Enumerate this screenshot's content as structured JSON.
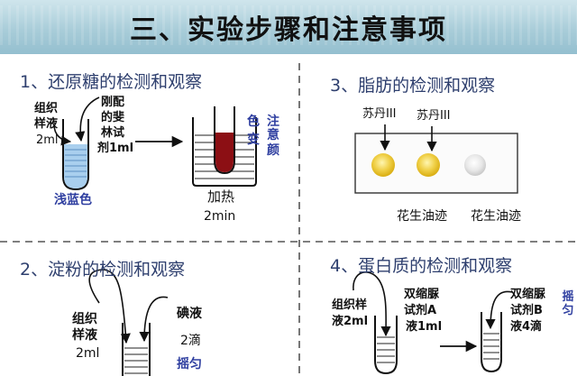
{
  "header": {
    "title": "三、实验步骤和注意事项"
  },
  "sections": {
    "s1": {
      "title": "1、还原糖的检测和观察",
      "tissue_label_l1": "组织",
      "tissue_label_l2": "样液",
      "tissue_label_l3": "2ml",
      "reagent_l1": "刚配",
      "reagent_l2": "的斐",
      "reagent_l3": "林试",
      "reagent_l4": "剂1ml",
      "color_result": "浅蓝色",
      "heat_label": "加热",
      "heat_time": "2min",
      "note_v1": "色",
      "note_v2": "变",
      "note_v3": "注意",
      "note_v4": "颜"
    },
    "s2": {
      "title": "2、淀粉的检测和观察",
      "tissue_l1": "组织",
      "tissue_l2": "样液",
      "tissue_l3": "2ml",
      "iodine_l1": "碘液",
      "iodine_l2": "2滴",
      "iodine_l3": "摇匀"
    },
    "s3": {
      "title": "3、脂肪的检测和观察",
      "stain_1": "苏丹III",
      "stain_2": "苏丹III",
      "oil_1": "花生油迹",
      "oil_2": "花生油迹"
    },
    "s4": {
      "title": "4、蛋白质的检测和观察",
      "tissue_l1": "组织样",
      "tissue_l2": "液2ml",
      "reagent_a_l1": "双缩脲",
      "reagent_a_l2": "试剂A",
      "reagent_a_l3": "液1ml",
      "reagent_b_l1": "双缩脲",
      "reagent_b_l2": "试剂B",
      "reagent_b_l3": "液4滴",
      "shake": "摇匀"
    }
  },
  "colors": {
    "section_title": "#2e3f6e",
    "light_blue_liquid": "#a9cfee",
    "red_liquid": "#8c0f14",
    "note_text": "#2f3fa0",
    "divider": "#555555"
  }
}
